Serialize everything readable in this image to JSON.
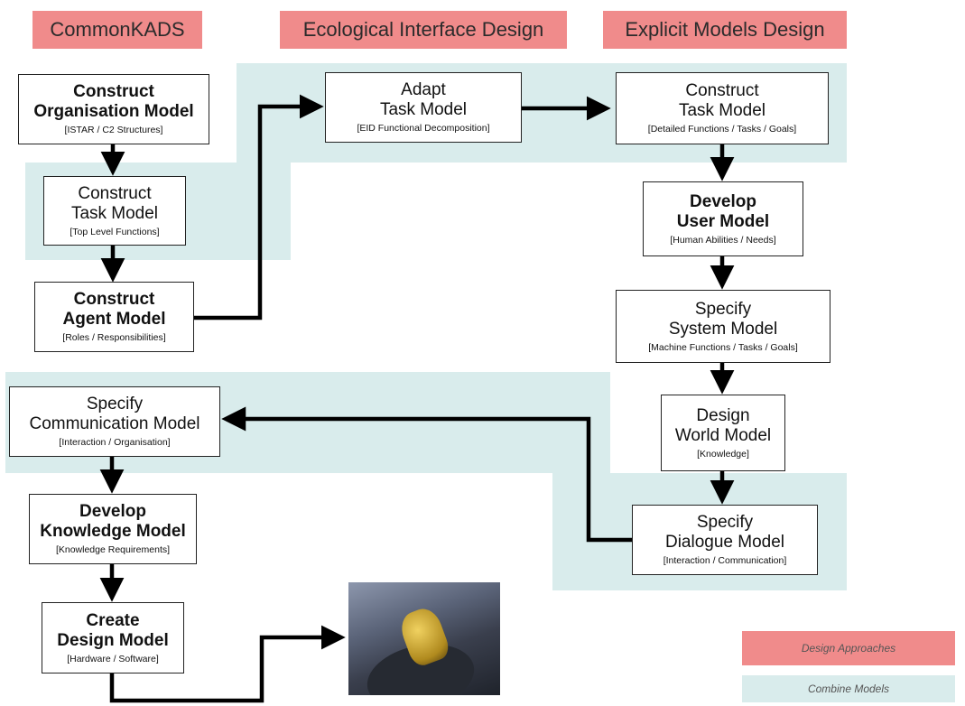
{
  "headers": {
    "commonkads": "CommonKADS",
    "eid": "Ecological Interface Design",
    "explicit": "Explicit Models Design"
  },
  "boxes": {
    "org_model": {
      "l1": "Construct",
      "l2": "Organisation Model",
      "sub": "[ISTAR / C2 Structures]"
    },
    "task_model_top": {
      "l1": "Construct",
      "l2": "Task Model",
      "sub": "[Top Level Functions]"
    },
    "agent_model": {
      "l1": "Construct",
      "l2": "Agent Model",
      "sub": "[Roles / Responsibilities]"
    },
    "adapt_task": {
      "l1": "Adapt",
      "l2": "Task Model",
      "sub": "[EID Functional Decomposition]"
    },
    "task_model_det": {
      "l1": "Construct",
      "l2": "Task Model",
      "sub": "[Detailed Functions / Tasks / Goals]"
    },
    "user_model": {
      "l1": "Develop",
      "l2": "User Model",
      "sub": "[Human Abilities / Needs]"
    },
    "system_model": {
      "l1": "Specify",
      "l2": "System Model",
      "sub": "[Machine Functions / Tasks / Goals]"
    },
    "world_model": {
      "l1": "Design",
      "l2": "World Model",
      "sub": "[Knowledge]"
    },
    "dialogue_model": {
      "l1": "Specify",
      "l2": "Dialogue Model",
      "sub": "[Interaction / Communication]"
    },
    "comm_model": {
      "l1": "Specify",
      "l2": "Communication Model",
      "sub": "[Interaction / Organisation]"
    },
    "knowledge_model": {
      "l1": "Develop",
      "l2": "Knowledge Model",
      "sub": "[Knowledge Requirements]"
    },
    "design_model": {
      "l1": "Create",
      "l2": "Design Model",
      "sub": "[Hardware / Software]"
    }
  },
  "legend": {
    "design_approaches": "Design Approaches",
    "combine_models": "Combine Models"
  },
  "colors": {
    "design_approach": "#f08b8b",
    "combine_models": "#d9ecec"
  }
}
